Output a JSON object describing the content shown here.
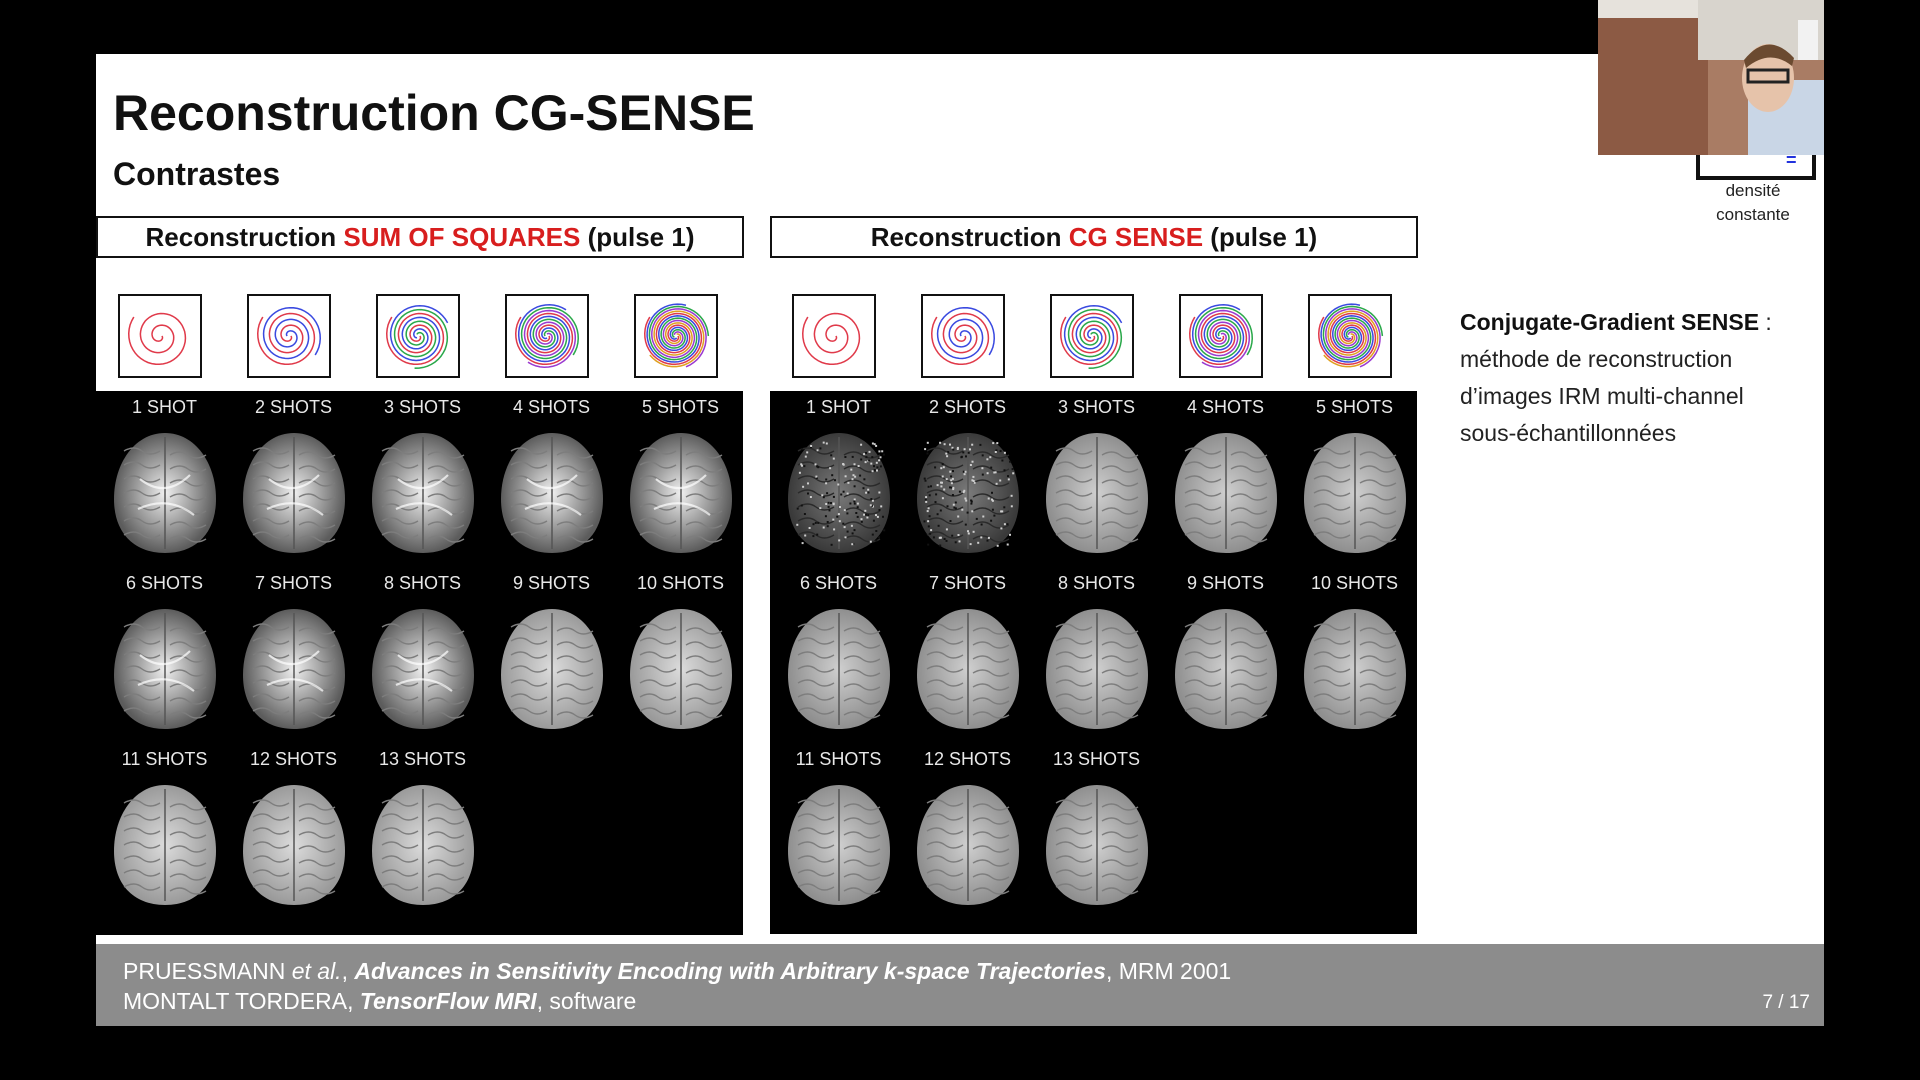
{
  "slide": {
    "title": "Reconstruction CG-SENSE",
    "subtitle": "Contrastes",
    "left_panel": {
      "header_prefix": "Reconstruction ",
      "header_highlight": "SUM OF SQUARES",
      "header_suffix": " (pulse 1)"
    },
    "right_panel": {
      "header_prefix": "Reconstruction ",
      "header_highlight": "CG SENSE",
      "header_suffix": " (pulse 1)"
    },
    "shot_labels": [
      "1 SHOT",
      "2 SHOTS",
      "3 SHOTS",
      "4 SHOTS",
      "5 SHOTS",
      "6 SHOTS",
      "7 SHOTS",
      "8 SHOTS",
      "9 SHOTS",
      "10 SHOTS",
      "11 SHOTS",
      "12 SHOTS",
      "13 SHOTS"
    ],
    "side_text": {
      "bold": "Conjugate-Gradient SENSE",
      "rest": " : méthode de reconstruction d’images IRM multi-channel sous-échantillonnées"
    },
    "corner_note": {
      "line1": "densité",
      "line2": "constante",
      "symbol": "="
    },
    "footer": {
      "ref1_author": "PRUESSMANN ",
      "ref1_etal": "et al.",
      "ref1_sep": ", ",
      "ref1_title": "Advances in Sensitivity Encoding with Arbitrary k-space Trajectories",
      "ref1_venue": ", MRM 2001",
      "ref2_author": "MONTALT TORDERA, ",
      "ref2_title": "TensorFlow MRI",
      "ref2_venue": ", software",
      "page": "7 / 17"
    }
  },
  "colors": {
    "highlight_red": "#d81e1e",
    "footer_bg": "#8c8c8c",
    "spiral_colors": [
      "#e03a4a",
      "#3a4ae0",
      "#2aa84a",
      "#9a3ad0",
      "#e0a020"
    ]
  }
}
